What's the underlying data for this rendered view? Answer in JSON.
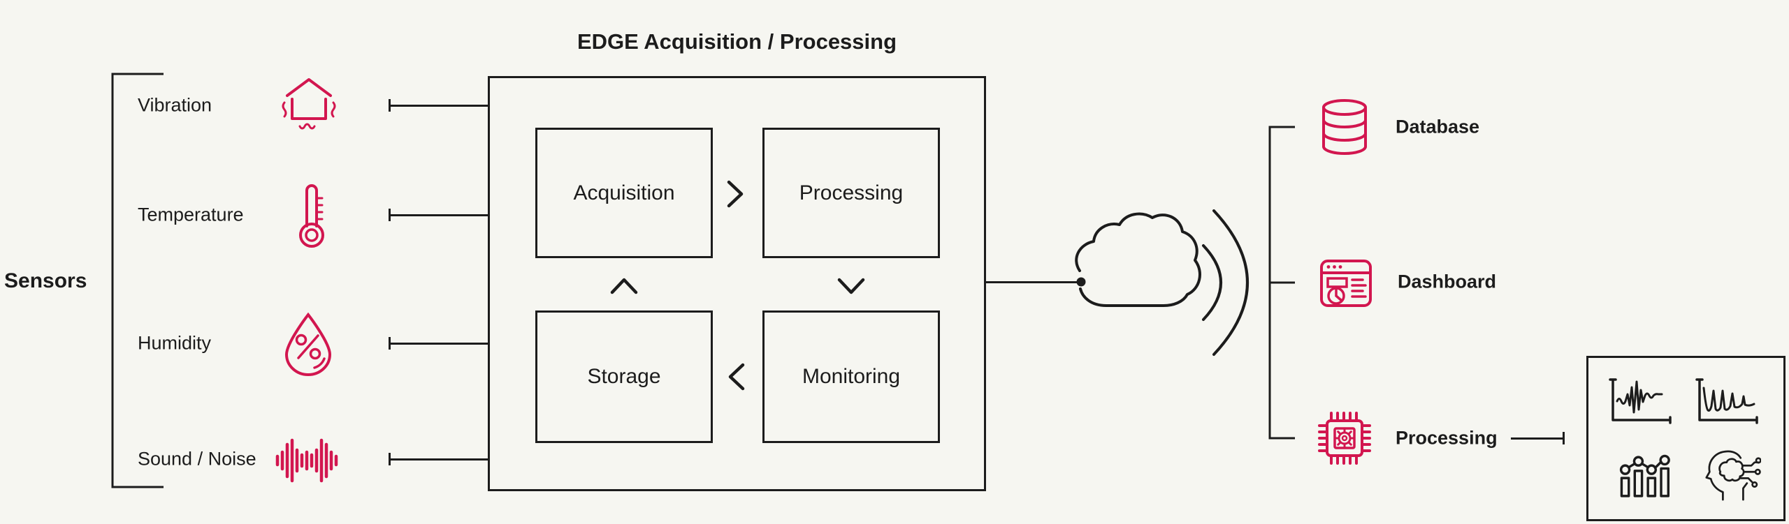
{
  "colors": {
    "background": "#f6f6f1",
    "ink": "#1c1c1c",
    "accent": "#d2164f"
  },
  "sensors": {
    "group_label": "Sensors",
    "items": [
      {
        "label": "Vibration",
        "icon": "vibration-icon"
      },
      {
        "label": "Temperature",
        "icon": "temperature-icon"
      },
      {
        "label": "Humidity",
        "icon": "humidity-icon"
      },
      {
        "label": "Sound / Noise",
        "icon": "sound-noise-icon"
      }
    ]
  },
  "edge_unit": {
    "title": "EDGE Acquisition / Processing",
    "nodes": [
      {
        "label": "Acquisition"
      },
      {
        "label": "Processing"
      },
      {
        "label": "Storage"
      },
      {
        "label": "Monitoring"
      }
    ]
  },
  "cloud": {
    "icon": "cloud-icon",
    "signal_icon": "wireless-signal-icon"
  },
  "outputs": {
    "items": [
      {
        "label": "Database",
        "icon": "database-icon"
      },
      {
        "label": "Dashboard",
        "icon": "dashboard-icon"
      },
      {
        "label": "Processing",
        "icon": "processor-chip-icon"
      }
    ]
  },
  "analytics_panel": {
    "icons": [
      "signal-waveform-plot-icon",
      "frequency-peaks-plot-icon",
      "bar-line-chart-icon",
      "ai-brain-head-icon"
    ]
  }
}
